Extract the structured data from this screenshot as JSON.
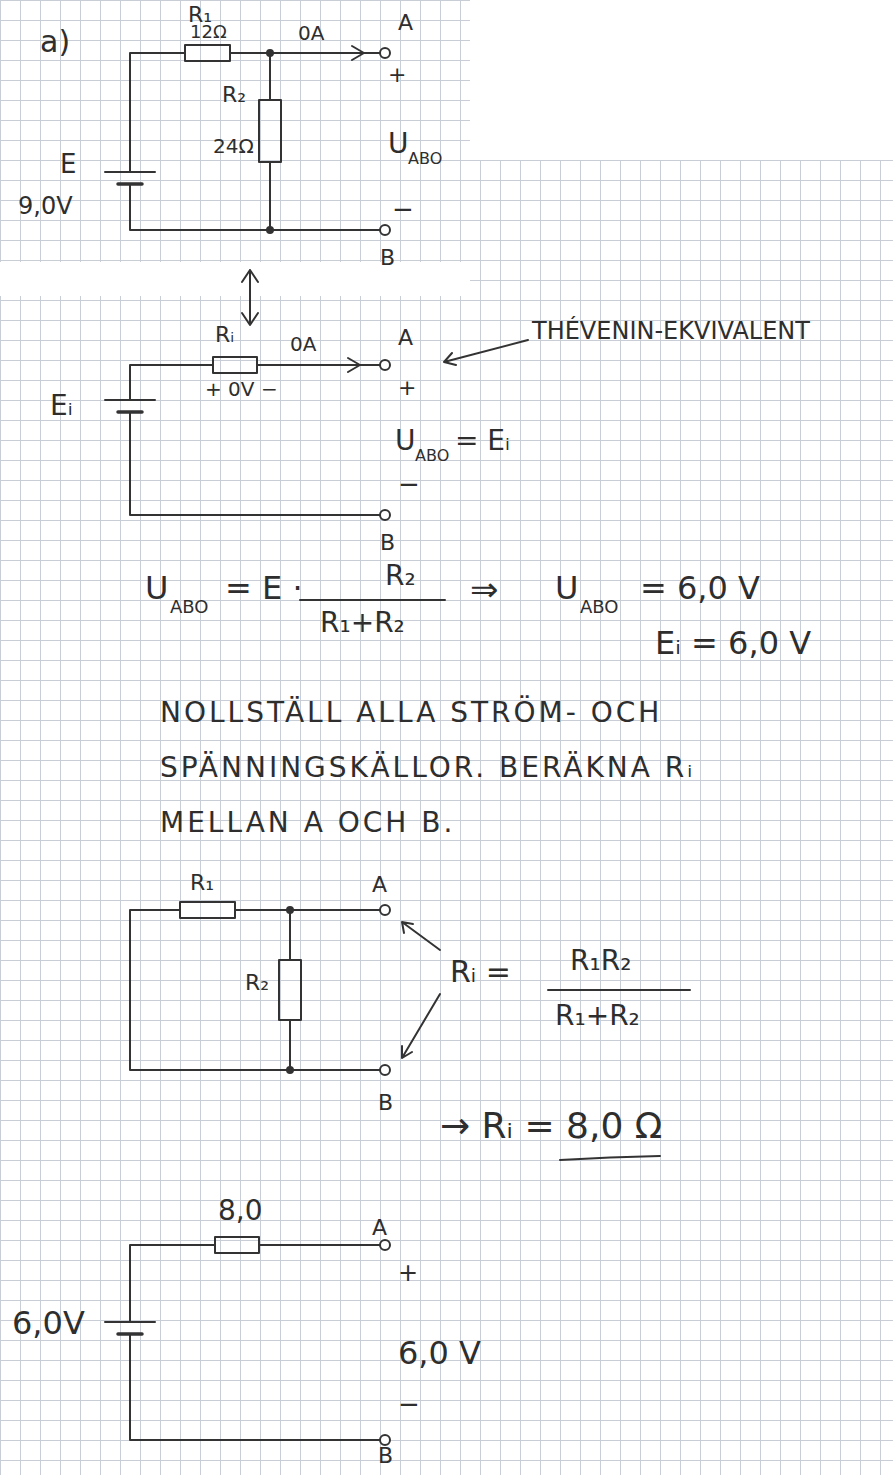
{
  "diagram": {
    "labels": [
      "a)",
      "R₁",
      "12Ω",
      "0A",
      "A",
      "+",
      "E",
      "R₂",
      "24Ω",
      "U",
      "ABO",
      "9,0V",
      "−",
      "B",
      "THÉVENIN-EKVIVALENT",
      "Rᵢ",
      "0A",
      "A",
      "+",
      "+ 0V −",
      "Eᵢ",
      "U",
      "ABO",
      "= Eᵢ",
      "−",
      "B",
      "U",
      "ABO",
      "= E ·",
      "R₂",
      "R₁+R₂",
      "⇒",
      "U",
      "ABO",
      "= 6,0 V",
      "Eᵢ = 6,0 V",
      "NOLLSTÄLL ALLA STRÖM- OCH SPÄNNINGSKÄLLOR. BERÄKNA Rᵢ MELLAN A OCH B.",
      "R₁",
      "A",
      "R₂",
      "Rᵢ =",
      "R₁R₂",
      "R₁+R₂",
      "B",
      "→ Rᵢ = 8,0 Ω",
      "8,0",
      "A",
      "+",
      "6,0V",
      "6,0 V",
      "−",
      "B"
    ]
  }
}
